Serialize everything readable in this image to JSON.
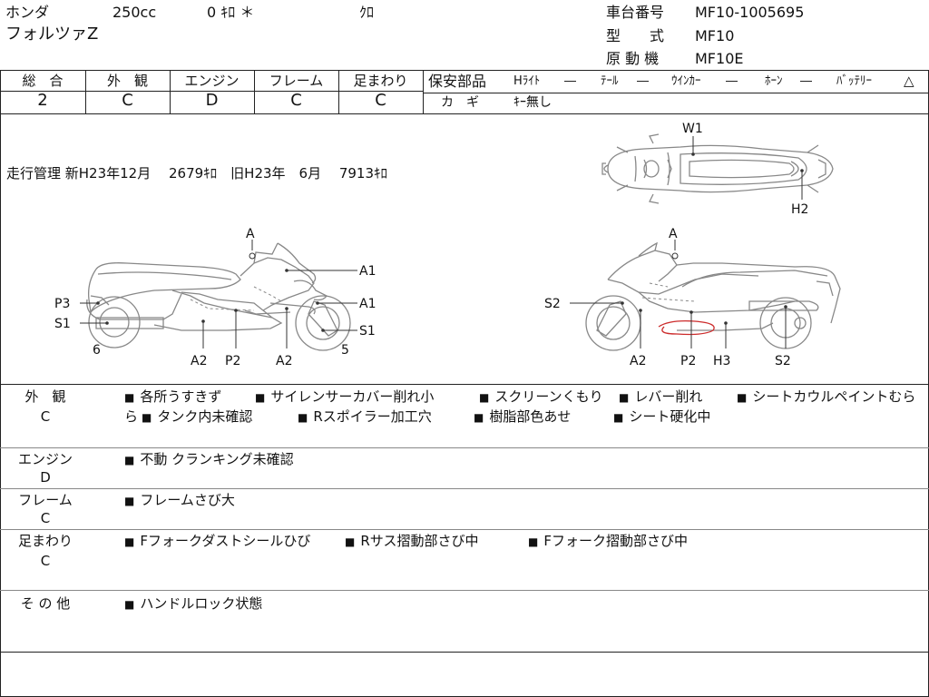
{
  "header": {
    "maker": "ホンダ",
    "displacement": "250cc",
    "mileage": "0 ｷﾛ ＊",
    "color": "ｸﾛ",
    "model_name": "フォルツァZ",
    "frame_no_label": "車台番号",
    "frame_no": "MF10-1005695",
    "model_code_label": "型　　式",
    "model_code": "MF10",
    "engine_label": "原 動 機",
    "engine_code": "MF10E"
  },
  "grades": {
    "headers": [
      "総　合",
      "外　観",
      "エンジン",
      "フレーム",
      "足まわり"
    ],
    "values": [
      "2",
      "C",
      "D",
      "C",
      "C"
    ]
  },
  "safety": {
    "label": "保安部品",
    "items": [
      {
        "name": "Hﾗｲﾄ",
        "value": "―"
      },
      {
        "name": "ﾃｰﾙ",
        "value": "―"
      },
      {
        "name": "ｳｲﾝｶｰ",
        "value": "―"
      },
      {
        "name": "ﾎｰﾝ",
        "value": "―"
      },
      {
        "name": "ﾊﾞｯﾃﾘｰ",
        "value": "△"
      }
    ],
    "key_label": "カ　ギ",
    "key_value": "ｷｰ無し"
  },
  "mileage_note": "走行管理 新H23年12月　 2679ｷﾛ　旧H23年　6月　 7913ｷﾛ",
  "diagram": {
    "top_labels": [
      "W1",
      "H2"
    ],
    "left_labels": [
      "A",
      "A1",
      "P3",
      "A1",
      "S1",
      "S1",
      "6",
      "5",
      "A2",
      "P2",
      "A2"
    ],
    "right_labels": [
      "A",
      "S2",
      "A2",
      "P2",
      "H3",
      "S2"
    ]
  },
  "remarks": [
    {
      "category": "外　観",
      "grade": "C",
      "items": [
        "各所うすきず",
        "サイレンサーカバー削れ小",
        "スクリーンくもり",
        "レバー削れ",
        "シートカウルペイントむら",
        "タンク内未確認",
        "Rスポイラー加工穴",
        "樹脂部色あせ",
        "シート硬化中"
      ]
    },
    {
      "category": "エンジン",
      "grade": "D",
      "items": [
        "不動 クランキング未確認"
      ]
    },
    {
      "category": "フレーム",
      "grade": "C",
      "items": [
        "フレームさび大"
      ]
    },
    {
      "category": "足まわり",
      "grade": "C",
      "items": [
        "Fフォークダストシールひび",
        "Rサス摺動部さび中",
        "Fフォーク摺動部さび中"
      ]
    },
    {
      "category": "そ の 他",
      "grade": "",
      "items": [
        "ハンドルロック状態"
      ]
    }
  ]
}
